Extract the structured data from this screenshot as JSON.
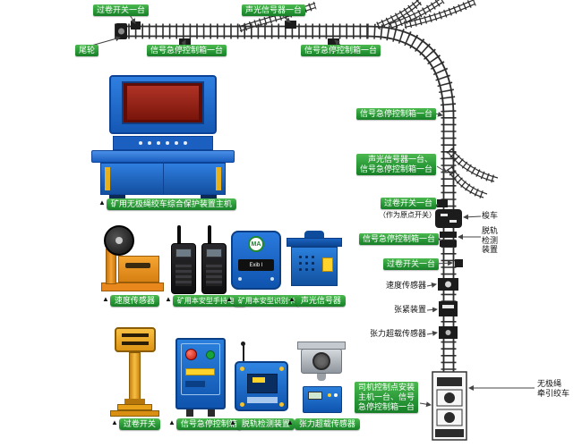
{
  "ui": {
    "marker": "▲"
  },
  "colors": {
    "label_green": "#2a9a38",
    "console_blue": "#1b5fc0",
    "device_blue": "#1a6bc8",
    "orange": "#e8871c",
    "yellow": "#f0a81e",
    "track": "#2e2e2e"
  },
  "diagram": {
    "top_labels": {
      "overwind": "过卷开关一台",
      "sound_light": "声光信号器一台",
      "tail_wheel": "尾轮",
      "estop_left": "信号急停控制箱一台",
      "estop_right": "信号急停控制箱一台"
    },
    "right_labels": {
      "estop1": "信号急停控制箱一台",
      "sound_estop_line1": "声光信号器一台、",
      "sound_estop_line2": "信号急停控制箱一台",
      "overwind_origin": "过卷开关一台",
      "overwind_origin_note": "（作为原点开关）",
      "shuttle": "梭车",
      "derail": "脱轨检测装置",
      "estop2": "信号急停控制箱一台",
      "overwind2": "过卷开关一台",
      "speed": "速度传感器",
      "tension_device": "张紧装置",
      "tension_sensor": "张力超载传感器",
      "driver_line1": "司机控制点安装",
      "driver_line2": "主机一台、信号",
      "driver_line3": "急停控制箱一台",
      "winch_line1": "无极绳",
      "winch_line2": "牵引绞车"
    }
  },
  "products": {
    "console": {
      "label": "矿用无极绳绞车综合保护装置主机"
    },
    "speed_sensor": {
      "label": "速度传感器"
    },
    "radio": {
      "label": "矿用本安型手持电台"
    },
    "id_card": {
      "label": "矿用本安型识别卡",
      "logo": "MA",
      "marking": "Exib I"
    },
    "sound_light": {
      "label": "声光信号器"
    },
    "overwind_switch": {
      "label": "过卷开关"
    },
    "estop_box": {
      "label": "信号急停控制箱"
    },
    "derail_detector": {
      "label": "脱轨检测装置"
    },
    "tension_sensor": {
      "label": "张力超载传感器"
    }
  }
}
